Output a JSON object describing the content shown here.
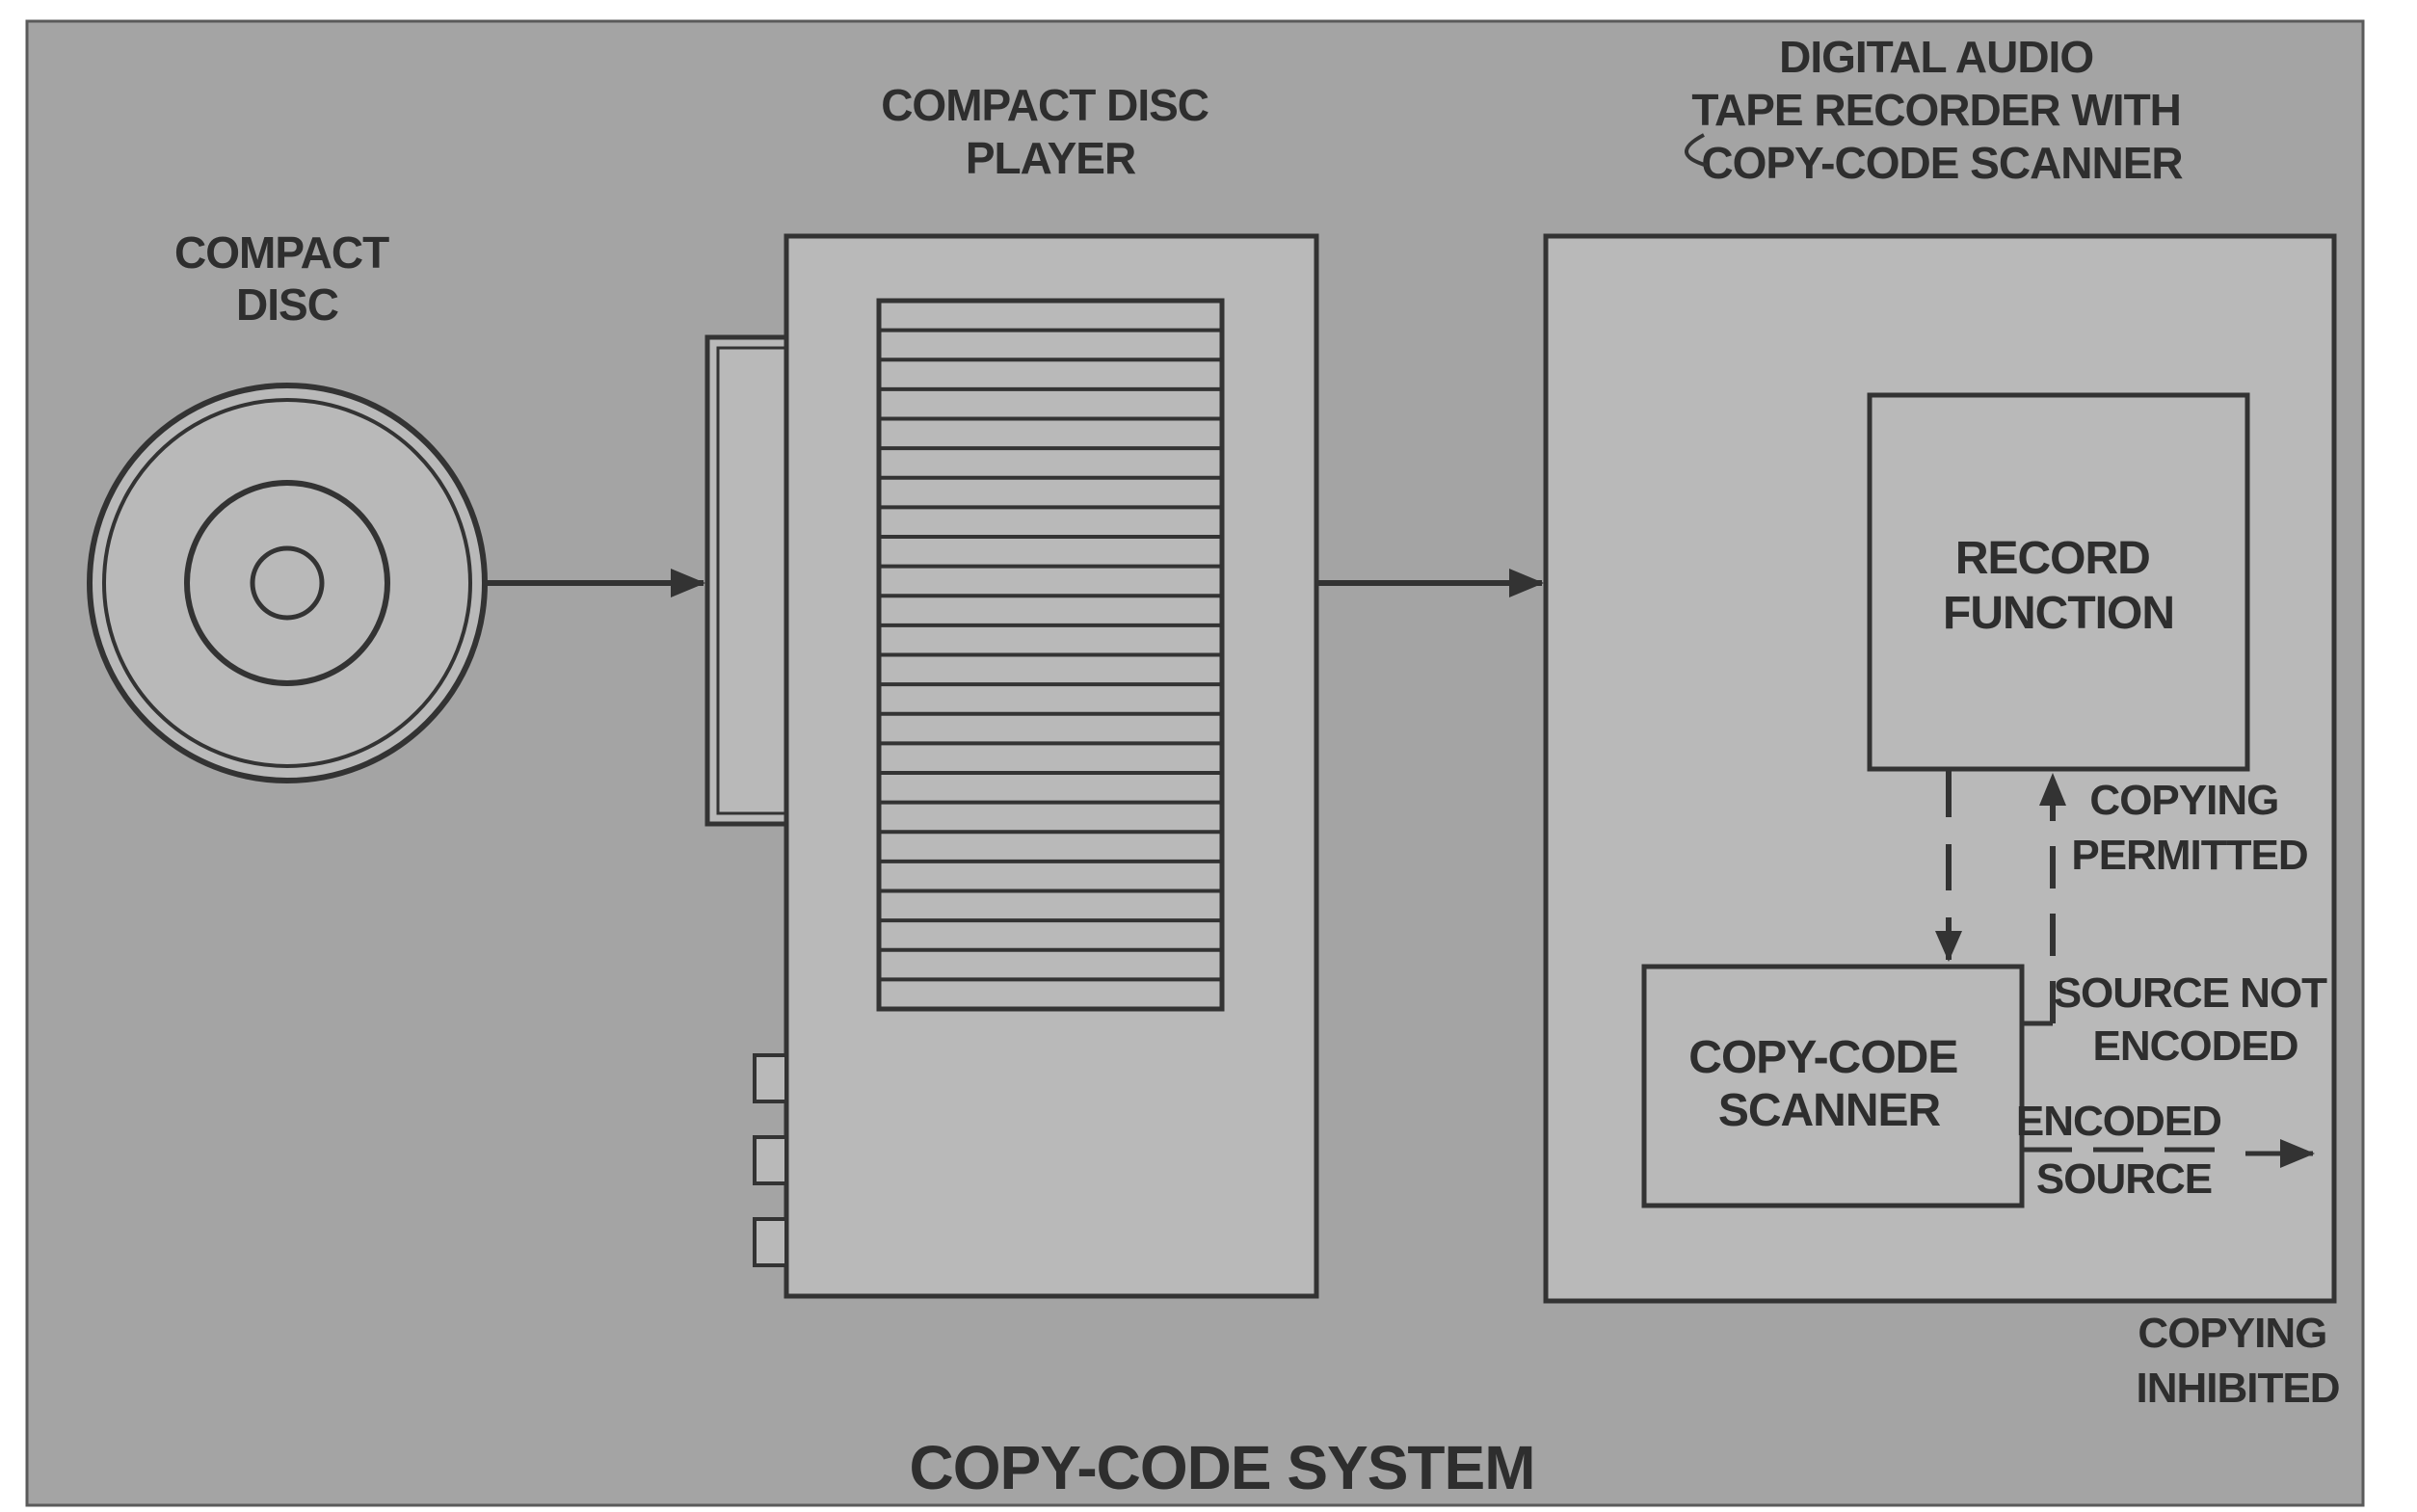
{
  "labels": {
    "compact_disc": [
      "COMPACT",
      "DISC"
    ],
    "compact_disc_player": [
      "COMPACT DISC",
      "PLAYER"
    ],
    "dat_recorder": [
      "DIGITAL AUDIO",
      "TAPE RECORDER WITH",
      "COPY-CODE SCANNER"
    ],
    "record_function": [
      "RECORD",
      "FUNCTION"
    ],
    "copy_code_scanner": [
      "COPY-CODE",
      "SCANNER"
    ],
    "copying_permitted": [
      "COPYING",
      "PERMITTED"
    ],
    "source_not_encoded": [
      "SOURCE NOT",
      "ENCODED"
    ],
    "encoded_source": [
      "ENCODED",
      "SOURCE"
    ],
    "copying_inhibited": [
      "COPYING",
      "INHIBITED"
    ],
    "title": "COPY-CODE SYSTEM"
  },
  "colors": {
    "background": "#a4a4a4",
    "panel": "#b9b9b9",
    "line": "#333333",
    "text": "#2e2e2e"
  }
}
